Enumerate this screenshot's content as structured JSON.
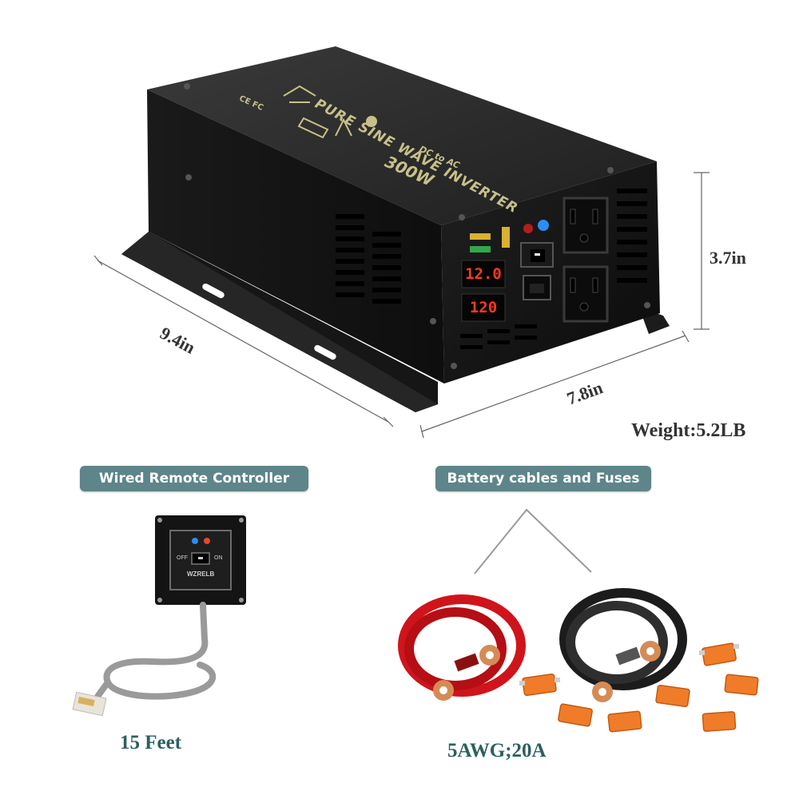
{
  "product": {
    "top_text": "PURE SINE WAVE INVERTER",
    "sub_text": "DC to AC",
    "wattage": "300W",
    "cert_text": "CE FC",
    "display_1": "12.0",
    "display_2": "120"
  },
  "dimensions": {
    "length": "9.4in",
    "width": "7.8in",
    "height": "3.7in",
    "weight": "Weight:5.2LB"
  },
  "remote": {
    "label": "Wired Remote Controller",
    "brand": "WZRELB",
    "off_label": "OFF",
    "on_label": "ON",
    "cable_length": "15 Feet"
  },
  "accessories": {
    "label": "Battery cables and Fuses",
    "spec": "5AWG;20A"
  },
  "colors": {
    "pill": "#5e8589",
    "caption": "#2c5f60",
    "cable_red": "#d0141b",
    "cable_black": "#1c1c1c",
    "fuse": "#f07c2a",
    "display": "#ff3a1a"
  }
}
